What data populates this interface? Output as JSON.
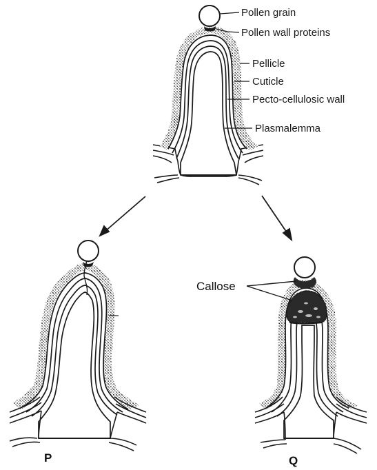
{
  "labels": {
    "pollen_grain": "Pollen grain",
    "pollen_wall_proteins": "Pollen wall proteins",
    "pellicle": "Pellicle",
    "cuticle": "Cuticle",
    "pecto_cellulosic_wall": "Pecto-cellulosic wall",
    "plasmalemma": "Plasmalemma",
    "callose": "Callose"
  },
  "panels": {
    "p": "P",
    "q": "Q"
  },
  "colors": {
    "ink": "#1a1a1a",
    "stipple": "#555555",
    "callose_fill": "#2a2a2a"
  }
}
